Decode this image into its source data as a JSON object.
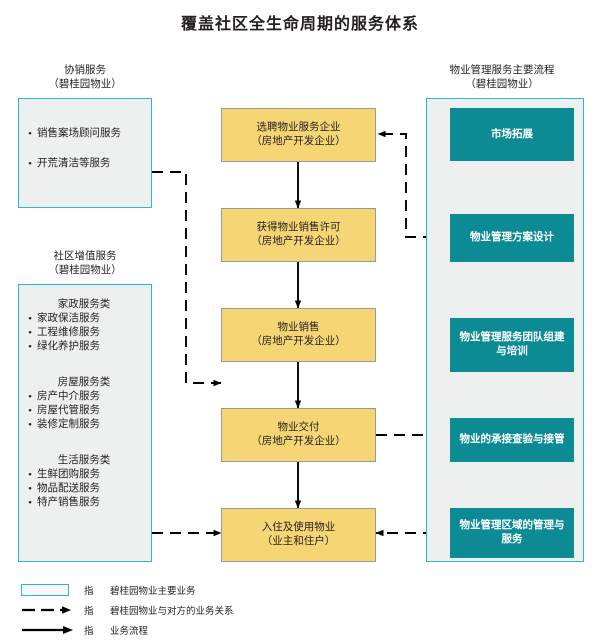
{
  "title": "覆盖社区全生命周期的服务体系",
  "colors": {
    "cyan_border": "#2cb5d6",
    "panel_fill": "#eeefef",
    "yellow_fill": "#f6d575",
    "teal_fill": "#0d8b95",
    "text": "#231f20",
    "arrow": "#000000"
  },
  "left_column": {
    "panels": [
      {
        "caption_line1": "协销服务",
        "caption_line2": "（碧桂园物业）",
        "bullets": [
          "销售案场顾问服务",
          "开荒清洁等服务"
        ]
      },
      {
        "caption_line1": "社区增值服务",
        "caption_line2": "（碧桂园物业）",
        "groups": [
          {
            "head": "家政服务类",
            "bullets": [
              "家政保洁服务",
              "工程维修服务",
              "绿化养护服务"
            ]
          },
          {
            "head": "房屋服务类",
            "bullets": [
              "房产中介服务",
              "房屋代管服务",
              "装修定制服务"
            ]
          },
          {
            "head": "生活服务类",
            "bullets": [
              "生鲜团购服务",
              "物品配送服务",
              "特产销售服务"
            ]
          }
        ]
      }
    ]
  },
  "middle_column": {
    "nodes": [
      {
        "line1": "选聘物业服务企业",
        "line2": "（房地产开发企业）"
      },
      {
        "line1": "获得物业销售许可",
        "line2": "（房地产开发企业）"
      },
      {
        "line1": "物业销售",
        "line2": "（房地产开发企业）"
      },
      {
        "line1": "物业交付",
        "line2": "（房地产开发企业）"
      },
      {
        "line1": "入住及使用物业",
        "line2": "（业主和住户）"
      }
    ]
  },
  "right_column": {
    "caption_line1": "物业管理服务主要流程",
    "caption_line2": "（碧桂园物业）",
    "nodes": [
      {
        "line1": "市场拓展",
        "line2": ""
      },
      {
        "line1": "物业管理方案设计",
        "line2": ""
      },
      {
        "line1": "物业管理服务团队组建",
        "line2": "与培训"
      },
      {
        "line1": "物业的承接查验与接管",
        "line2": ""
      },
      {
        "line1": "物业管理区域的管理与",
        "line2": "服务"
      }
    ]
  },
  "legend": {
    "rows": [
      {
        "symbol": "cyan-box",
        "zhi": "指",
        "text": "碧桂园物业主要业务"
      },
      {
        "symbol": "dashed-arrow",
        "zhi": "指",
        "text": "碧桂园物业与对方的业务关系"
      },
      {
        "symbol": "solid-arrow",
        "zhi": "指",
        "text": "业务流程"
      }
    ]
  }
}
